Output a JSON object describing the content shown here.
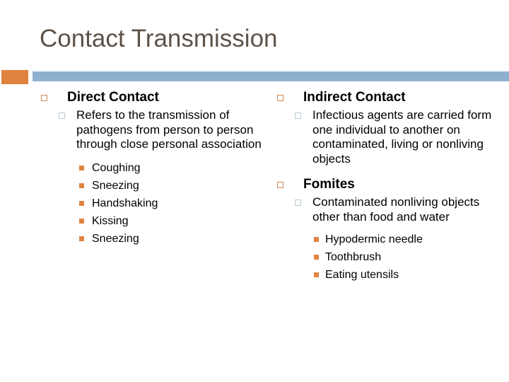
{
  "slide": {
    "title": "Contact Transmission",
    "title_color": "#5d5248",
    "accent_orange": "#e0833f",
    "accent_blue": "#8fb0cf",
    "bullet_level1_color": "#cf8a57",
    "bullet_level2_color": "#b9cbd4",
    "bullet_level3_color": "#e0833f"
  },
  "left_column": {
    "heading": "Direct Contact",
    "description": "Refers to the transmission of pathogens from person to person through close personal association",
    "examples": [
      "Coughing",
      "Sneezing",
      "Handshaking",
      "Kissing",
      "Sneezing"
    ]
  },
  "right_column": {
    "heading": "Indirect Contact",
    "description": "Infectious agents are carried form one individual to another on contaminated, living or nonliving objects",
    "subheading": "Fomites",
    "sub_description": "Contaminated nonliving objects other than food and water",
    "examples": [
      "Hypodermic needle",
      "Toothbrush",
      "Eating utensils"
    ]
  }
}
